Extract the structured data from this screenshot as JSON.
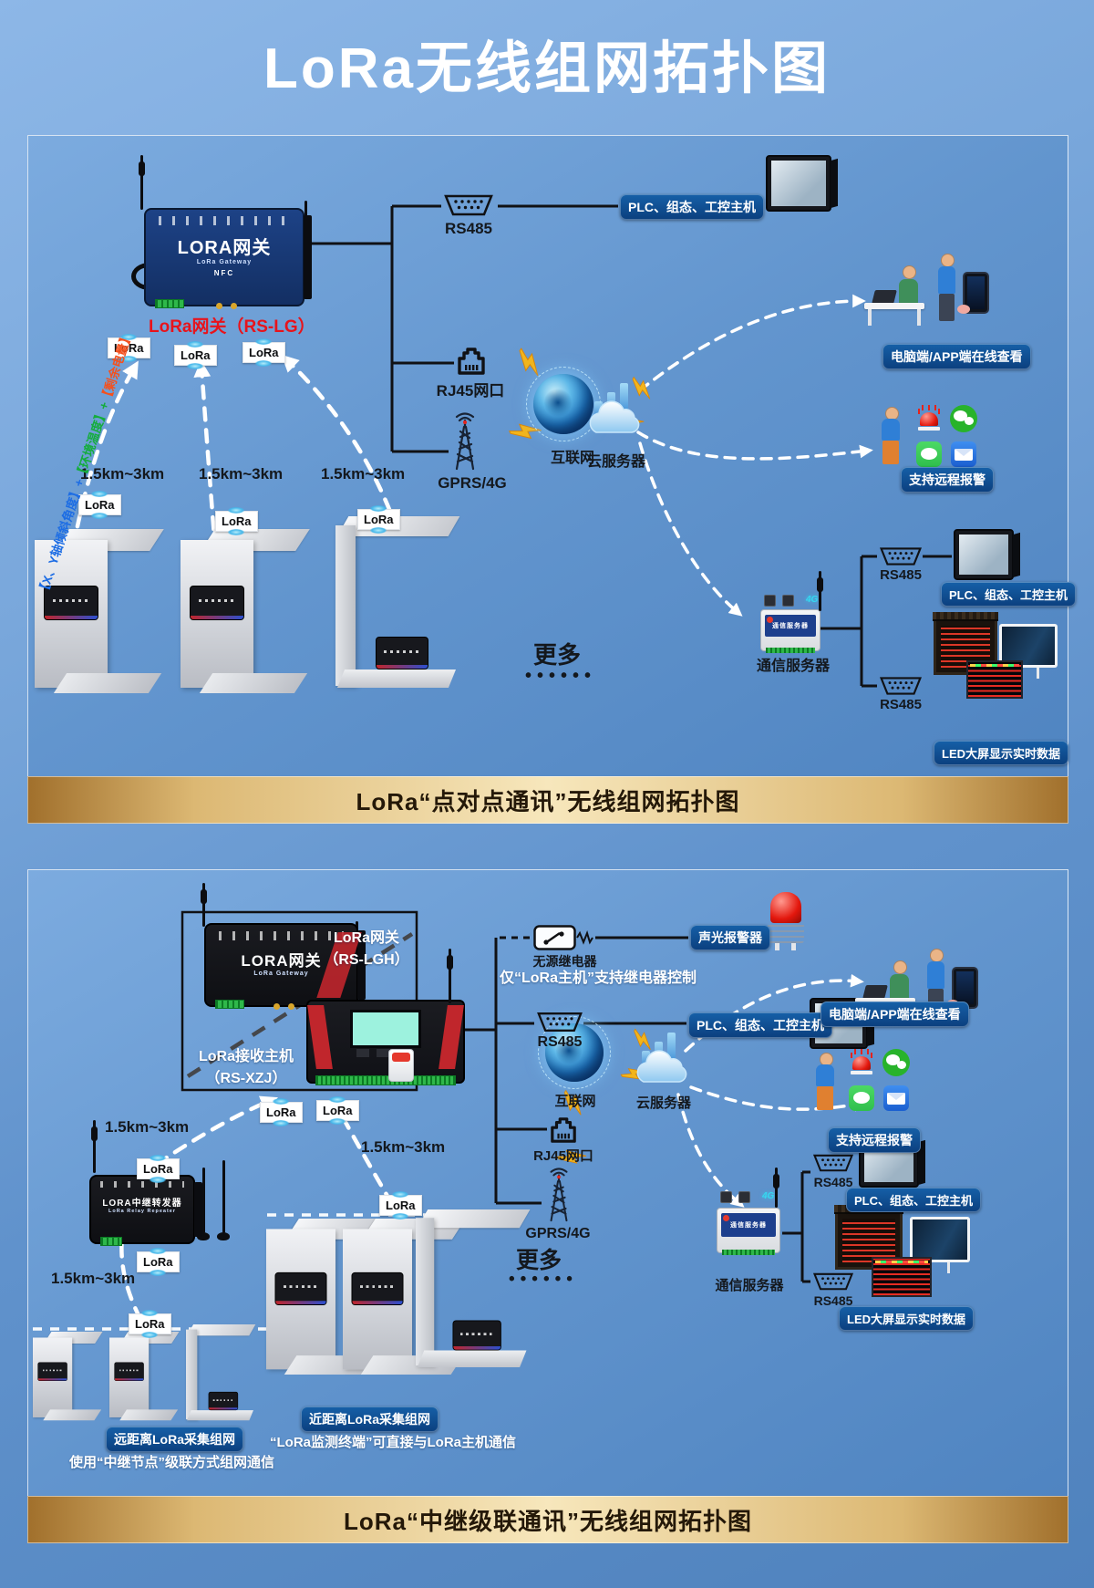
{
  "title": "LoRa无线组网拓扑图",
  "common": {
    "lora": "LoRa",
    "rs485": "RS485",
    "rj45": "RJ45网口",
    "gprs": "GPRS/4G",
    "internet": "互联网",
    "cloud_server": "云服务器",
    "plc_host": "PLC、组态、工控主机",
    "pc_app_view": "电脑端/APP端在线查看",
    "remote_alarm": "支持远程报警",
    "comm_server": "通信服务器",
    "led_screen": "LED大屏显示实时数据",
    "more": "更多",
    "more_dots": "••••••",
    "distance": "1.5km~3km"
  },
  "panel1": {
    "gateway_caption": "LoRa网关（RS-LG）",
    "banner": "LoRa“点对点通讯”无线组网拓扑图",
    "payload": {
      "p1": "【X、Y轴倾斜角度】",
      "plus1": "+",
      "p2": "【环境温度】",
      "plus2": "+",
      "p3": "【剩余电量】"
    }
  },
  "panel2": {
    "gateway_caption_1": "LoRa网关",
    "gateway_caption_2": "（RS-LGH）",
    "receiver_caption_1": "LoRa接收主机",
    "receiver_caption_2": "（RS-XZJ）",
    "relay_label": "无源继电器",
    "relay_note": "仅“LoRa主机”支持继电器控制",
    "siren_label": "声光报警器",
    "near_badge": "近距离LoRa采集组网",
    "near_note": "“LoRa监测终端”可直接与LoRa主机通信",
    "far_badge": "远距离LoRa采集组网",
    "far_note": "使用“中继节点”级联方式组网通信",
    "banner": "LoRa“中继级联通讯”无线组网拓扑图"
  },
  "devices": {
    "gateway_name": "LORA网关",
    "gateway_sub": "LoRa Gateway",
    "gateway_nfc": "NFC",
    "relay_name": "LORA中继转发器",
    "relay_sub": "LoRa Relay Repeater",
    "comm_4g": "4G"
  }
}
